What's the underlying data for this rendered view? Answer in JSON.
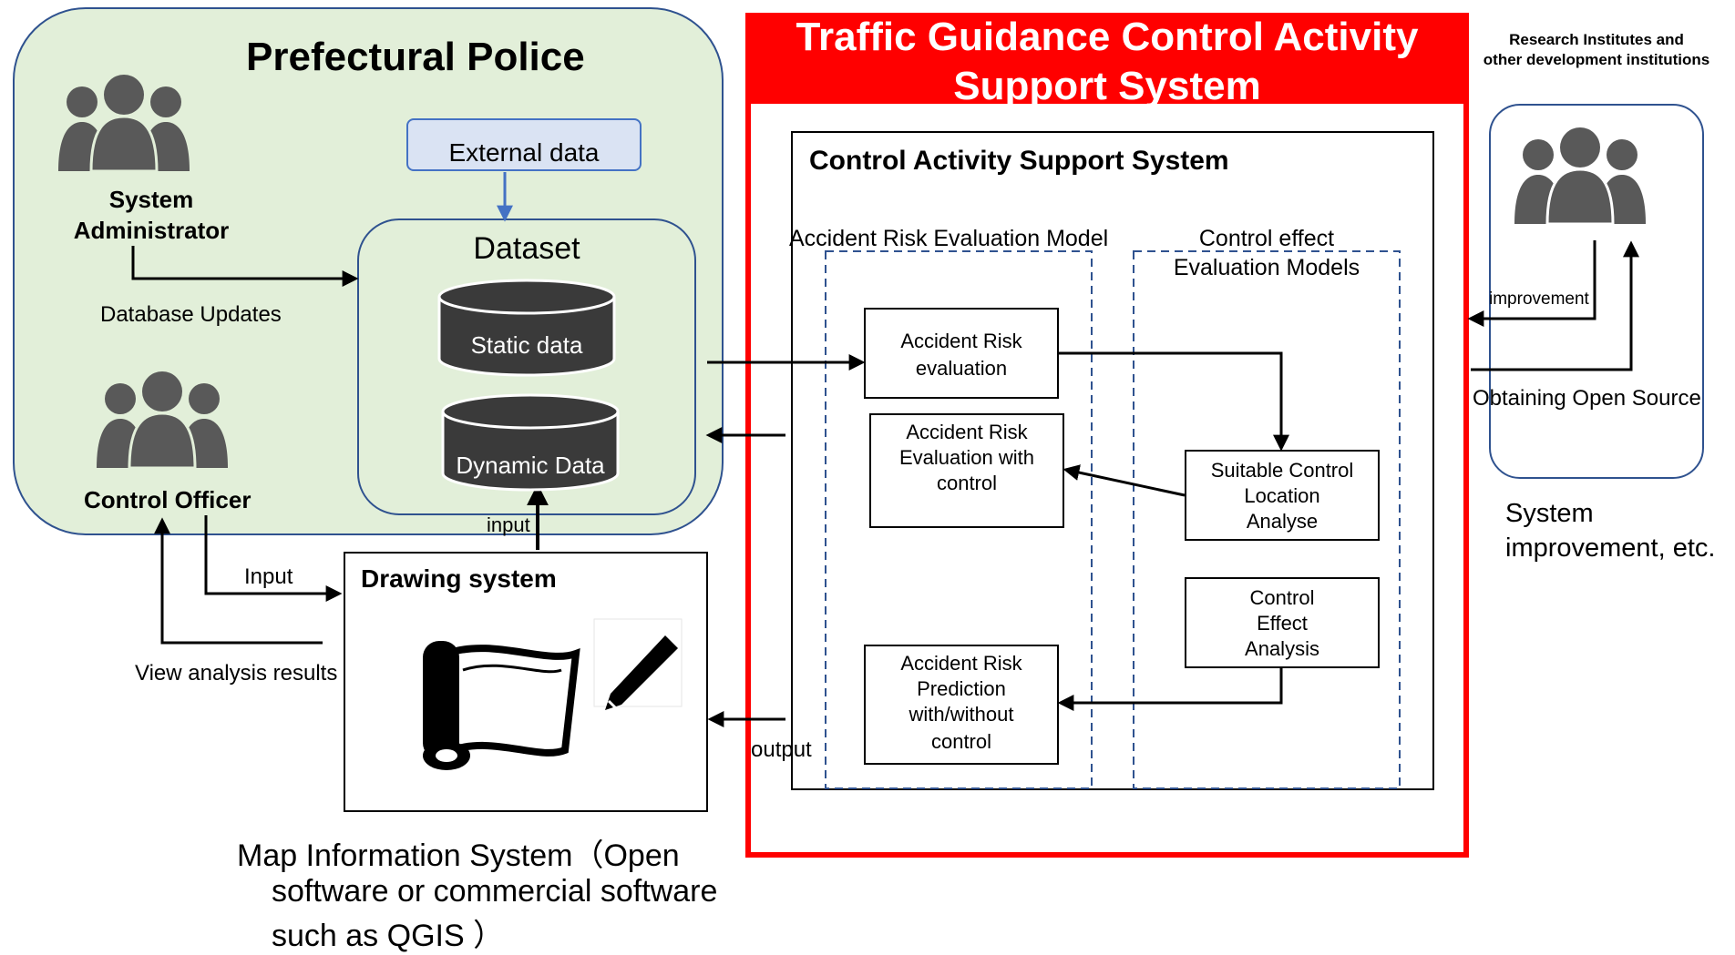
{
  "police": {
    "title": "Prefectural Police",
    "admin_label_1": "System",
    "admin_label_2": "Administrator",
    "db_updates": "Database Updates",
    "officer_label": "Control Officer",
    "external_data": "External data",
    "dataset_title": "Dataset",
    "static_data": "Static data",
    "dynamic_data": "Dynamic Data",
    "input_small": "input",
    "input_label": "Input",
    "view_results": "View analysis results"
  },
  "drawing": {
    "title": "Drawing system",
    "caption_1": "Map Information System（Open",
    "caption_2": "software or commercial software",
    "caption_3": "such as QGIS ）"
  },
  "tgcas": {
    "title_1": "Traffic Guidance Control Activity",
    "title_2": "Support System",
    "cas_title": "Control Activity Support System",
    "risk_model": "Accident Risk Evaluation Model",
    "effect_model_1": "Control effect",
    "effect_model_2": "Evaluation Models",
    "box_eval_1": "Accident Risk",
    "box_eval_2": "evaluation",
    "box_eval_ctrl_1": "Accident Risk",
    "box_eval_ctrl_2": "Evaluation with",
    "box_eval_ctrl_3": "control",
    "box_loc_1": "Suitable Control",
    "box_loc_2": "Location",
    "box_loc_3": "Analyse",
    "box_eff_1": "Control",
    "box_eff_2": "Effect",
    "box_eff_3": "Analysis",
    "box_pred_1": "Accident Risk",
    "box_pred_2": "Prediction",
    "box_pred_3": "with/without",
    "box_pred_4": "control",
    "output": "output"
  },
  "research": {
    "title_1": "Research Institutes and",
    "title_2": "other development institutions",
    "improvement": "improvement",
    "open_source": "Obtaining Open Source",
    "system_improvement_1": "System",
    "system_improvement_2": "improvement, etc."
  },
  "colors": {
    "police_fill": "#e2efd9",
    "police_border": "#2f528f",
    "red_accent": "#ff0000",
    "external_fill": "#dae3f3",
    "external_border": "#4472c4",
    "person_icon": "#595959",
    "db_dark": "#3a3a3a"
  },
  "icons": [
    "people-group-icon",
    "database-cylinder-icon",
    "map-scroll-icon",
    "pencil-icon"
  ]
}
